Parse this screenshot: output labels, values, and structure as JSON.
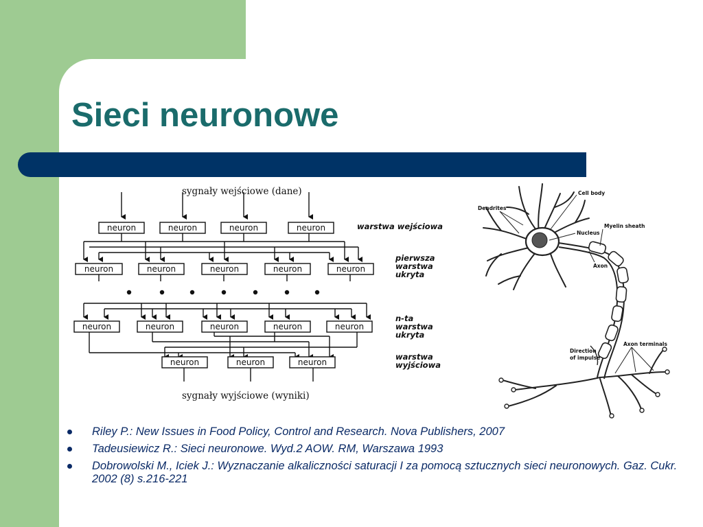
{
  "slide": {
    "title": "Sieci neuronowe"
  },
  "network_diagram": {
    "top_caption": "sygnały wejściowe (dane)",
    "bottom_caption": "sygnały wyjściowe (wyniki)",
    "node_label": "neuron",
    "layer_labels": {
      "input": "warstwa wejściowa",
      "first_hidden": [
        "pierwsza",
        "warstwa",
        "ukryta"
      ],
      "nth_hidden": [
        "n-ta",
        "warstwa",
        "ukryta"
      ],
      "output": [
        "warstwa",
        "wyjściowa"
      ]
    }
  },
  "neuron_figure": {
    "annotations": {
      "cell_body": "Cell body",
      "dendrites": "Dendrites",
      "nucleus": "Nucleus",
      "myelin_sheath": "Myelin sheath",
      "axon": "Axon",
      "axon_terminals": "Axon terminals",
      "direction": [
        "Direction",
        "of impulse"
      ]
    }
  },
  "references": [
    "Riley P.: New Issues in Food Policy, Control and Research. Nova Publishers, 2007",
    "Tadeusiewicz R.: Sieci neuronowe. Wyd.2 AOW. RM, Warszawa 1993",
    "Dobrowolski M., Iciek J.: Wyznaczanie alkaliczności saturacji I za pomocą sztucznych sieci neuronowych. Gaz. Cukr. 2002 (8) s.216-221"
  ]
}
